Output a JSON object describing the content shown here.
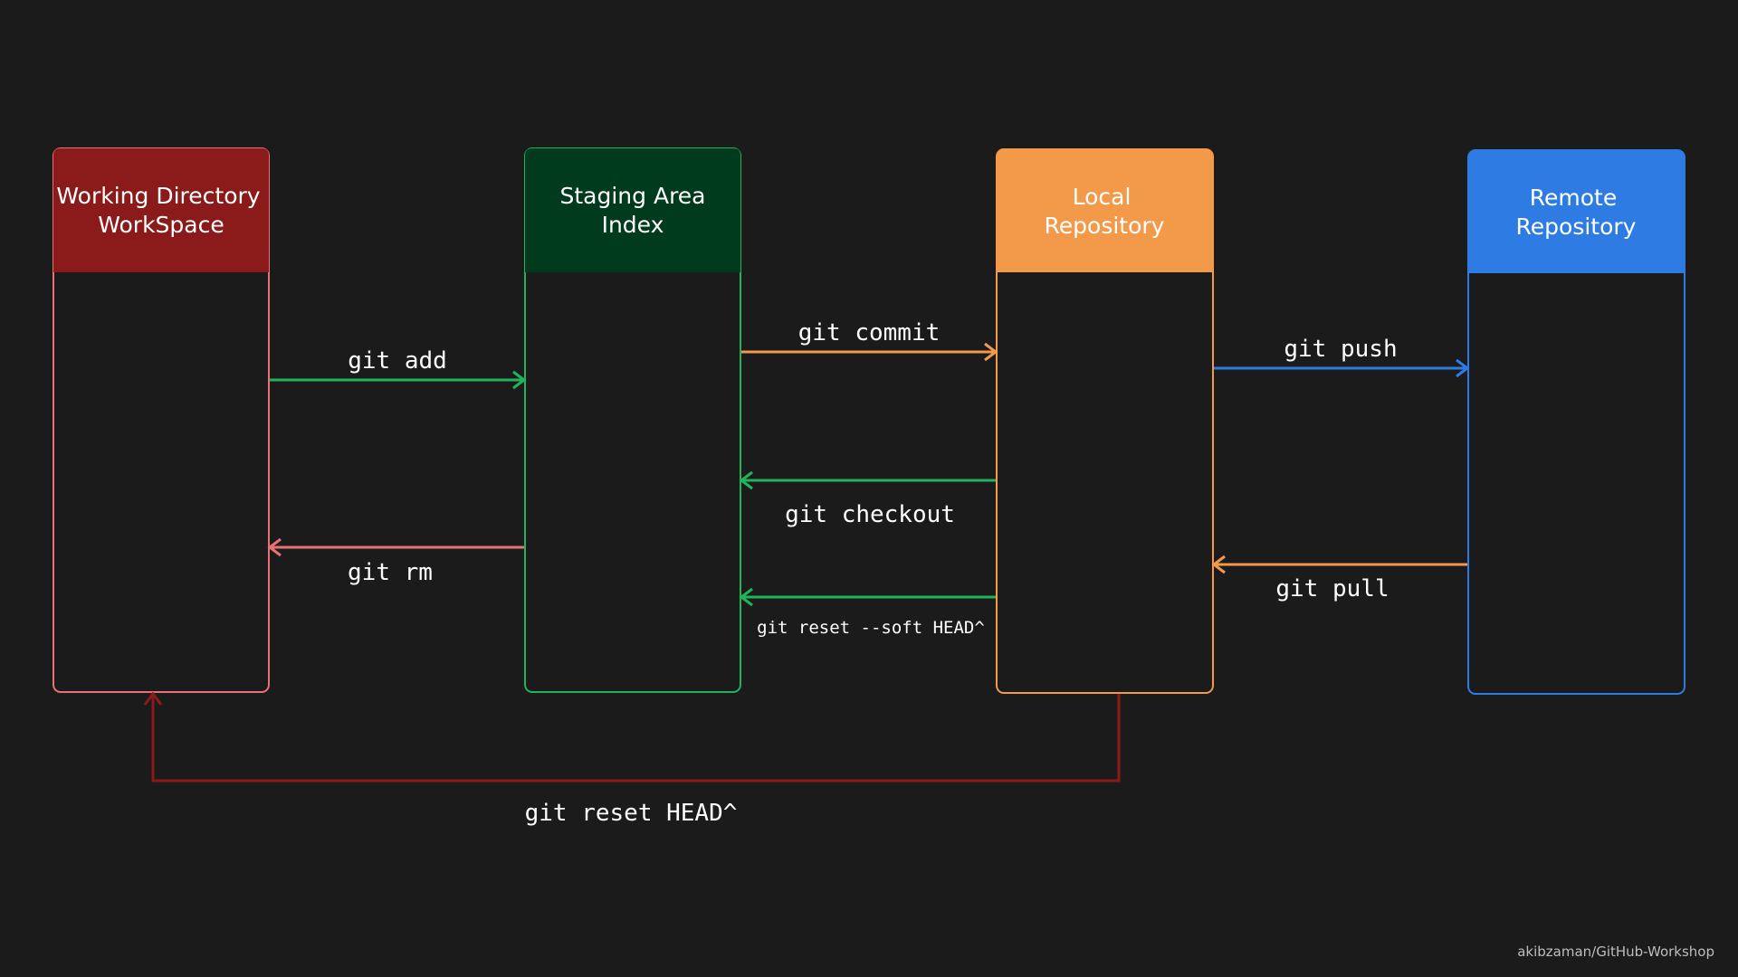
{
  "colors": {
    "background": "#1b1b1b",
    "working": "#8b1a1a",
    "working_outline": "#e57373",
    "staging": "#013b1d",
    "staging_outline": "#22b35a",
    "local": "#f29a4a",
    "local_outline": "#f29a4a",
    "remote": "#2e7be4",
    "remote_outline": "#2e7be4",
    "reset_head": "#8b1a1a"
  },
  "boxes": {
    "working": {
      "line1": "Working Directory",
      "line2": "WorkSpace"
    },
    "staging": {
      "line1": "Staging Area",
      "line2": "Index"
    },
    "local": {
      "line1": "Local",
      "line2": "Repository"
    },
    "remote": {
      "line1": "Remote",
      "line2": "Repository"
    }
  },
  "commands": {
    "git_add": "git add",
    "git_rm": "git rm",
    "git_commit": "git commit",
    "git_checkout": "git checkout",
    "git_reset_soft": "git reset --soft HEAD^",
    "git_push": "git push",
    "git_pull": "git pull",
    "git_reset_head": "git reset HEAD^"
  },
  "watermark": "akibzaman/GitHub-Workshop"
}
